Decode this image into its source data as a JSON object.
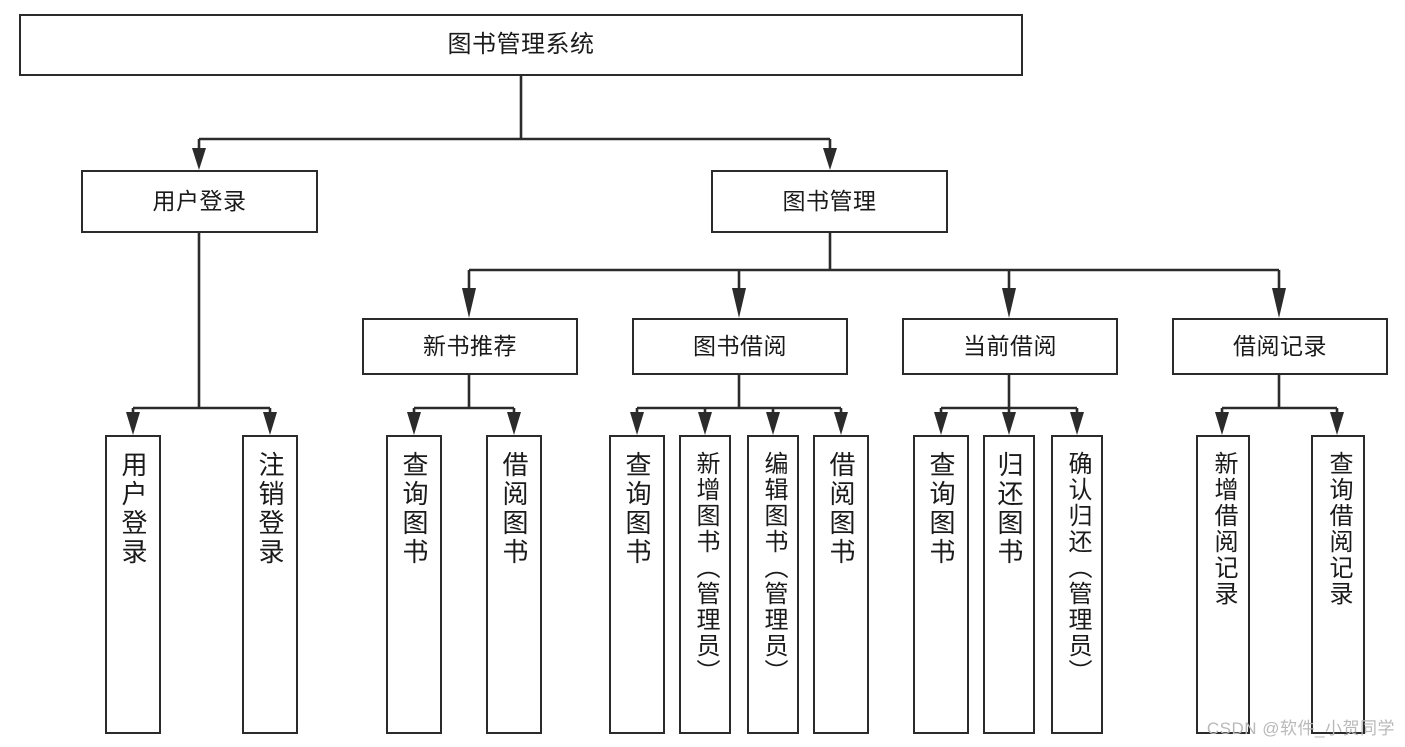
{
  "diagram": {
    "title": "图书管理系统",
    "type": "tree",
    "watermark": "CSDN @软件_小贺同学",
    "colors": {
      "box_border": "#2b2b2b",
      "box_fill": "#ffffff",
      "connector": "#2b2b2b",
      "text": "#1a1a1a",
      "watermark": "#b9b9b9",
      "background": "#ffffff"
    },
    "levels": {
      "root": {
        "label": "图书管理系统"
      },
      "level2": [
        {
          "label": "用户登录"
        },
        {
          "label": "图书管理"
        }
      ],
      "level3": [
        {
          "label": "新书推荐"
        },
        {
          "label": "图书借阅"
        },
        {
          "label": "当前借阅"
        },
        {
          "label": "借阅记录"
        }
      ],
      "leaves": [
        {
          "label": "用户登录",
          "parent": "用户登录"
        },
        {
          "label": "注销登录",
          "parent": "用户登录"
        },
        {
          "label": "查询图书",
          "parent": "新书推荐"
        },
        {
          "label": "借阅图书",
          "parent": "新书推荐"
        },
        {
          "label": "查询图书",
          "parent": "图书借阅"
        },
        {
          "label": "新增图书（管理员）",
          "parent": "图书借阅"
        },
        {
          "label": "编辑图书（管理员）",
          "parent": "图书借阅"
        },
        {
          "label": "借阅图书",
          "parent": "图书借阅"
        },
        {
          "label": "查询图书",
          "parent": "当前借阅"
        },
        {
          "label": "归还图书",
          "parent": "当前借阅"
        },
        {
          "label": "确认归还（管理员）",
          "parent": "当前借阅"
        },
        {
          "label": "新增借阅记录",
          "parent": "借阅记录"
        },
        {
          "label": "查询借阅记录",
          "parent": "借阅记录"
        }
      ]
    }
  }
}
